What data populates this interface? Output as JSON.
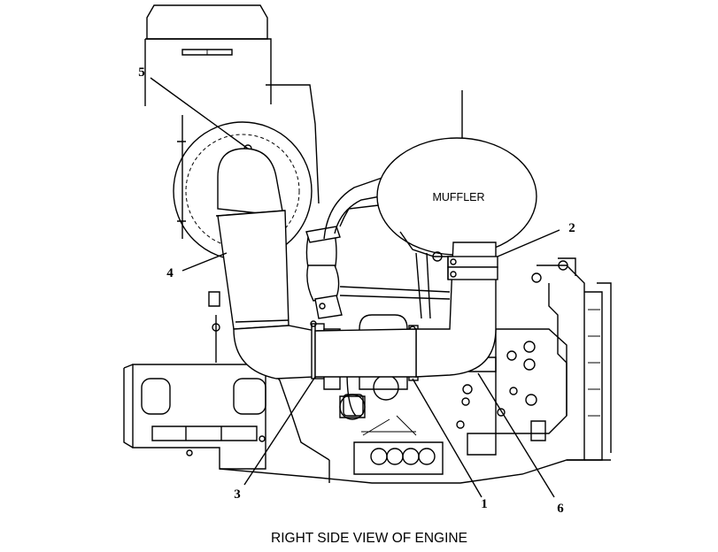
{
  "diagram": {
    "component_label": "MUFFLER",
    "caption": "RIGHT SIDE VIEW OF ENGINE",
    "callouts": {
      "c1": "1",
      "c2": "2",
      "c3": "3",
      "c4": "4",
      "c5": "5",
      "c6": "6"
    }
  }
}
